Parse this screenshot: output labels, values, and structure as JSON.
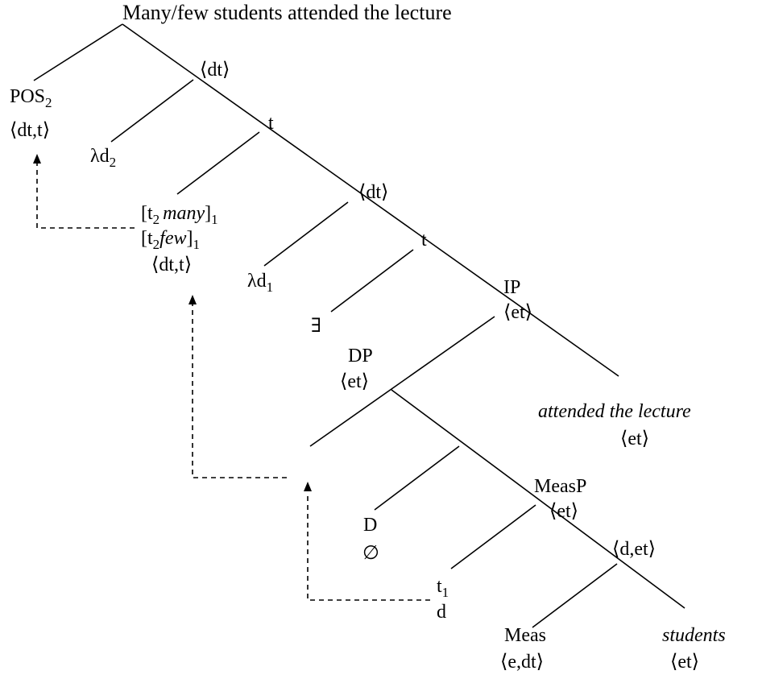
{
  "title": "Many/few students attended the lecture",
  "labels": {
    "pos": "POS",
    "pos_sub": "2",
    "pos_type": "⟨dt,t⟩",
    "node_dt_1": "⟨dt⟩",
    "lambda_d2": "λd",
    "lambda_d2_sub": "2",
    "node_t_1": "t",
    "node_dt_2": "⟨dt⟩",
    "node_t_2": "t",
    "lambda_d1": "λd",
    "lambda_d1_sub": "1",
    "exists": "∃",
    "ip": "IP",
    "ip_type": "⟨et⟩",
    "dp": "DP",
    "dp_type": "⟨et⟩",
    "vp": "attended the lecture",
    "vp_type": "⟨et⟩",
    "measp": "MeasP",
    "measp_type": "⟨et⟩",
    "d": "D",
    "d_null": "∅",
    "det": "⟨d,et⟩",
    "t1": "t",
    "t1_sub": "1",
    "t1_type": "d",
    "meas": "Meas",
    "meas_type": "⟨e,dt⟩",
    "students": "students",
    "students_type": "⟨et⟩",
    "qp_open": "[t",
    "qp_sub2": "2",
    "qp_many": "many",
    "qp_few": "few",
    "qp_close": "]",
    "qp_sub1": "1",
    "qp_type": "⟨dt,t⟩"
  }
}
